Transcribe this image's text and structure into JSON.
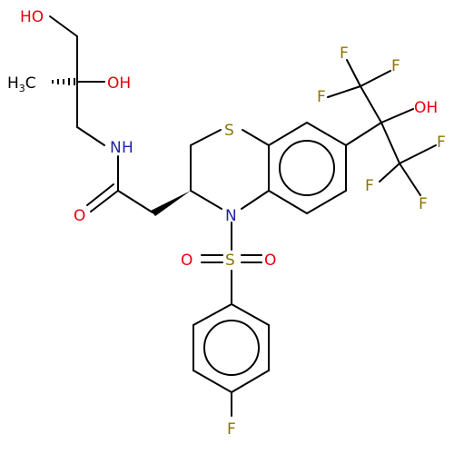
{
  "molecule": {
    "atom_labels": {
      "ho_top": "HO",
      "oh_mid": "OH",
      "ch3": "H",
      "ch3_sub": "3",
      "ch3_c": "C",
      "nh_n": "N",
      "nh_h": "H",
      "carbonyl_o": "O",
      "ring_s": "S",
      "ring_n": "N",
      "sulfonyl_s": "S",
      "sulfonyl_o_left": "O",
      "sulfonyl_o_right": "O",
      "aryl_f": "F",
      "cf3_top_f1": "F",
      "cf3_top_f2": "F",
      "cf3_top_f3": "F",
      "cf3_bot_f1": "F",
      "cf3_bot_f2": "F",
      "cf3_bot_f3": "F",
      "quat_oh": "OH"
    },
    "colors": {
      "bond": "#000000",
      "oxygen": "#e8000d",
      "nitrogen": "#1f24a6",
      "sulfur": "#8b7500",
      "fluorine": "#8b7500",
      "carbon": "#000000"
    }
  }
}
